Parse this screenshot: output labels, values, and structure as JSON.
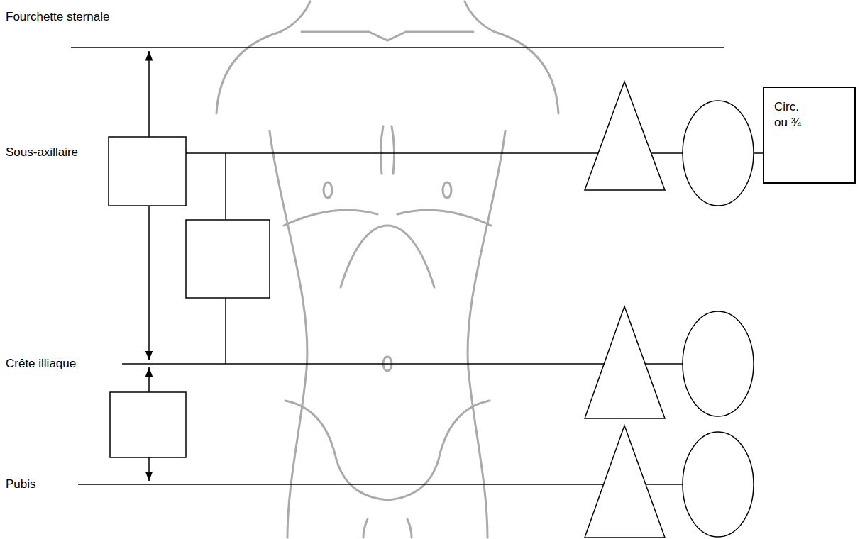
{
  "diagram": {
    "nodes": [
      {
        "text": [
          "Circ. ou ¾"
        ]
      }
    ],
    "labels": [
      "Fourchette sternale",
      "Sous-axillaire",
      "Crête illiaque",
      "Pubis"
    ]
  }
}
